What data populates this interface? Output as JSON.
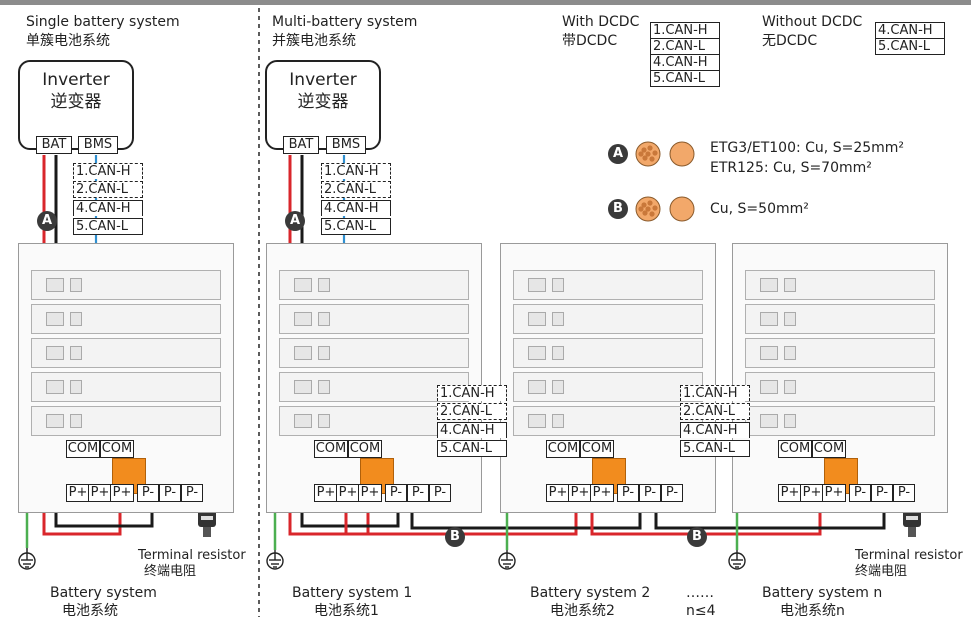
{
  "left": {
    "title_en": "Single battery system",
    "title_zh": "单簇电池系统",
    "inverter_en": "Inverter",
    "inverter_zh": "逆变器",
    "bat": "BAT",
    "bms": "BMS",
    "can_lines": [
      "1.CAN-H",
      "2.CAN-L",
      "4.CAN-H",
      "5.CAN-L"
    ],
    "com": "COM",
    "terminals": [
      "P+",
      "P+",
      "P+",
      "P-",
      "P-",
      "P-"
    ],
    "terminal_resistor_en": "Terminal resistor",
    "terminal_resistor_zh": "终端电阻",
    "battery_system_en": "Battery system",
    "battery_system_zh": "电池系统"
  },
  "right": {
    "title_en": "Multi-battery system",
    "title_zh": "并簇电池系统",
    "inverter_en": "Inverter",
    "inverter_zh": "逆变器",
    "bat": "BAT",
    "bms": "BMS",
    "can_lines": [
      "1.CAN-H",
      "2.CAN-L",
      "4.CAN-H",
      "5.CAN-L"
    ],
    "com": "COM",
    "terminals": [
      "P+",
      "P+",
      "P+",
      "P-",
      "P-",
      "P-"
    ],
    "terminal_resistor_en": "Terminal resistor",
    "terminal_resistor_zh": "终端电阻",
    "battery_system_1_en": "Battery system 1",
    "battery_system_1_zh": "电池系统1",
    "battery_system_2_en": "Battery system 2",
    "battery_system_2_zh": "电池系统2",
    "battery_system_n_en": "Battery system n",
    "battery_system_n_zh": "电池系统n",
    "ellipsis": "……",
    "n_limit": "n≤4"
  },
  "legend": {
    "with_dcdc_en": "With DCDC",
    "with_dcdc_zh": "带DCDC",
    "with_dcdc_lines": [
      "1.CAN-H",
      "2.CAN-L",
      "4.CAN-H",
      "5.CAN-L"
    ],
    "without_dcdc_en": "Without DCDC",
    "without_dcdc_zh": "无DCDC",
    "without_dcdc_lines": [
      "4.CAN-H",
      "5.CAN-L"
    ],
    "cable_a_label": "A",
    "cable_a_line1": "ETG3/ET100: Cu, S=25mm²",
    "cable_a_line2": "ETR125: Cu, S=70mm²",
    "cable_b_label": "B",
    "cable_b_line1": "Cu, S=50mm²"
  },
  "colors": {
    "positive_wire": "#d9262b",
    "negative_wire": "#1a1a1a",
    "comm_wire": "#2f8fd0",
    "ground_wire": "#4caf50",
    "orange_connector": "#f28c1e",
    "copper": "#f2a86a"
  }
}
